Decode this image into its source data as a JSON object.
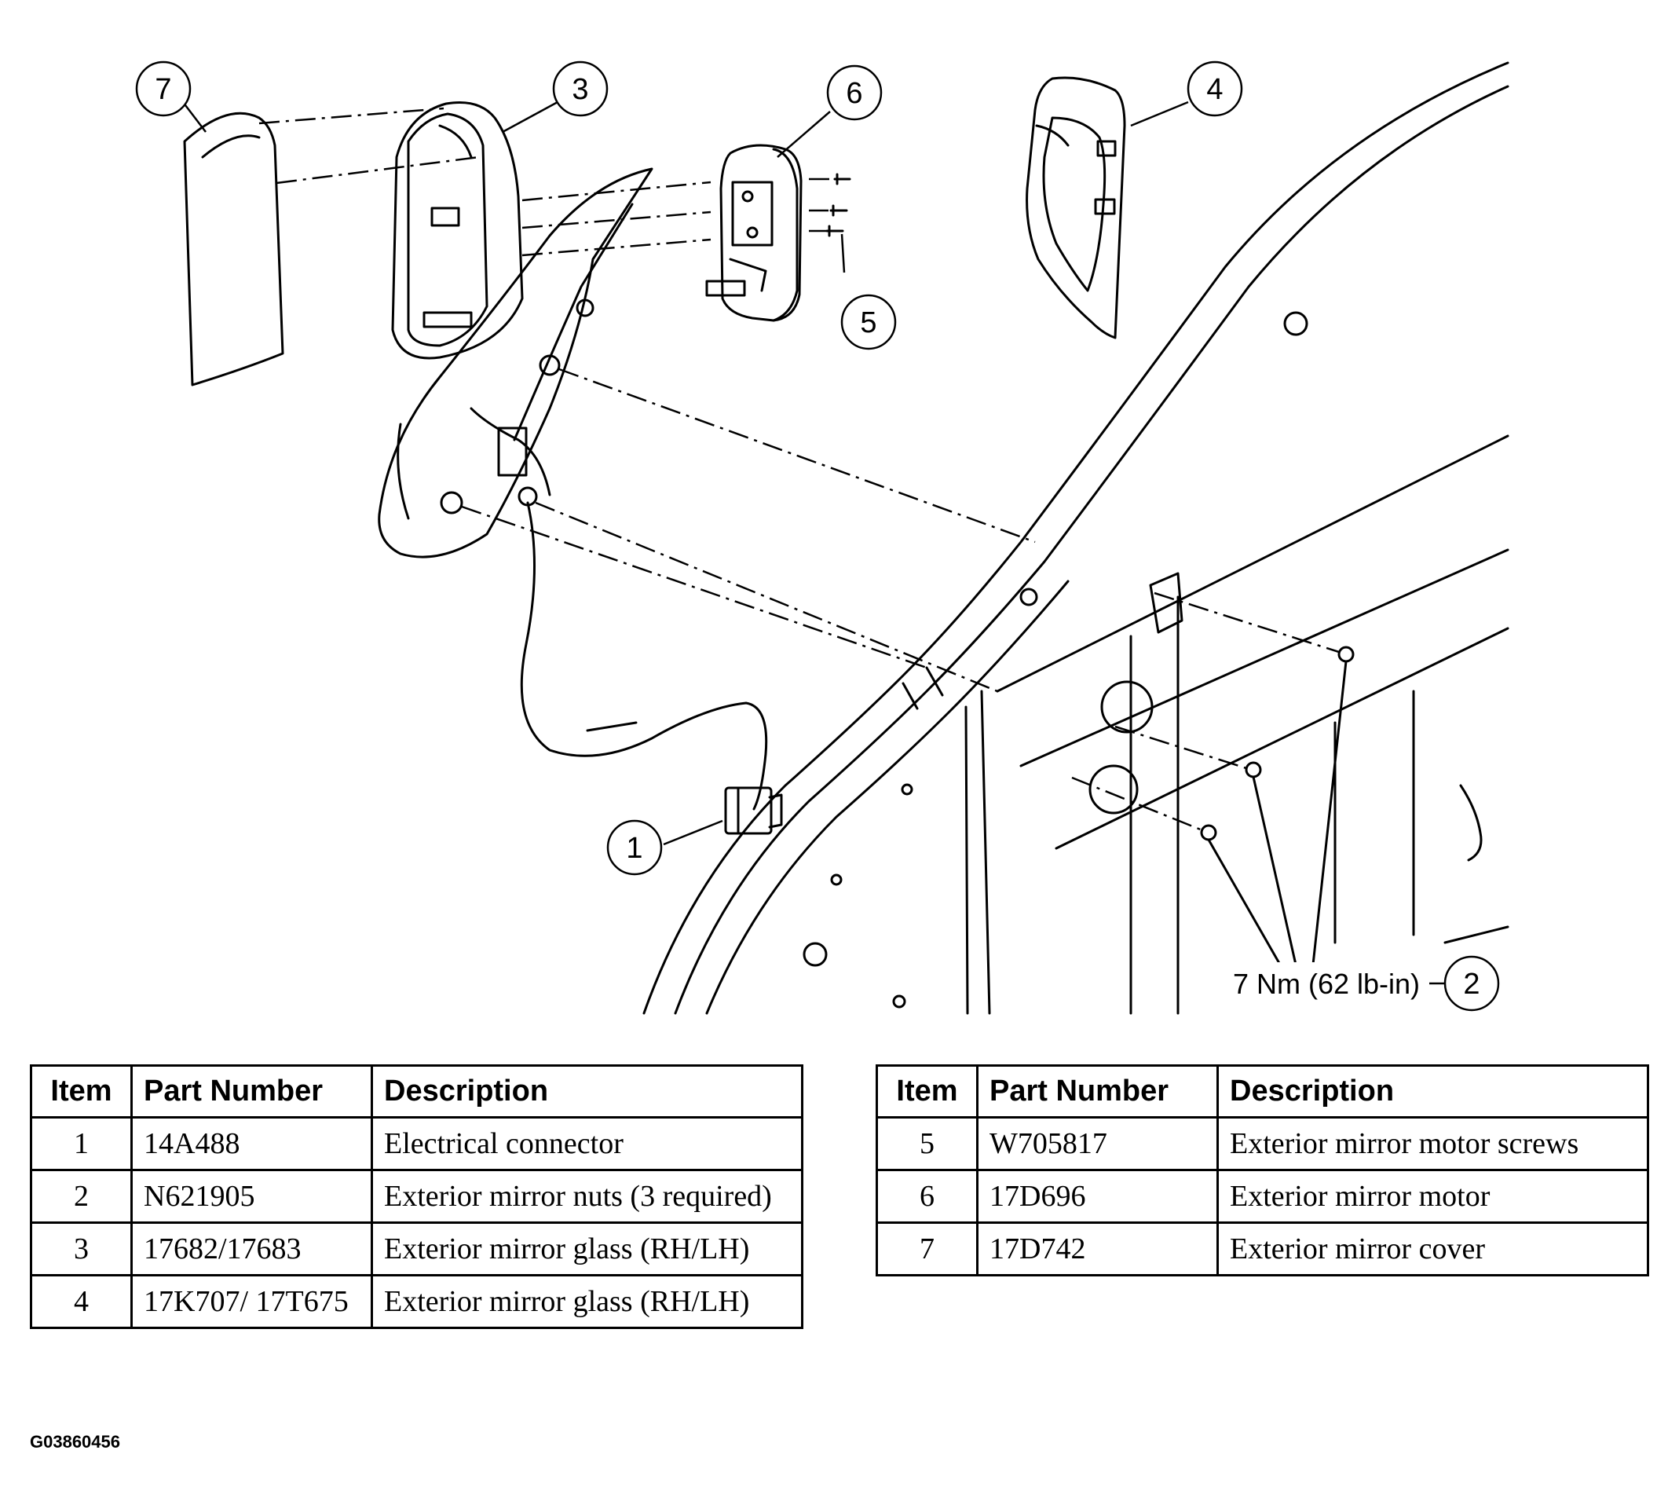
{
  "callouts": [
    {
      "num": "1",
      "label": "connector"
    },
    {
      "num": "2",
      "label": "nuts"
    },
    {
      "num": "3",
      "label": "mirror-glass"
    },
    {
      "num": "4",
      "label": "mirror-glass-alt"
    },
    {
      "num": "5",
      "label": "motor-screws"
    },
    {
      "num": "6",
      "label": "motor"
    },
    {
      "num": "7",
      "label": "cover"
    }
  ],
  "torque_spec": "7 Nm (62 lb-in)",
  "table_headers": {
    "item": "Item",
    "part": "Part Number",
    "desc": "Description"
  },
  "parts_left": [
    {
      "item": "1",
      "part": "14A488",
      "desc": "Electrical connector"
    },
    {
      "item": "2",
      "part": "N621905",
      "desc": "Exterior mirror nuts (3 required)"
    },
    {
      "item": "3",
      "part": "17682/17683",
      "desc": "Exterior mirror glass (RH/LH)"
    },
    {
      "item": "4",
      "part": "17K707/ 17T675",
      "desc": "Exterior mirror glass (RH/LH)"
    }
  ],
  "parts_right": [
    {
      "item": "5",
      "part": "W705817",
      "desc": "Exterior mirror motor screws"
    },
    {
      "item": "6",
      "part": "17D696",
      "desc": "Exterior mirror motor"
    },
    {
      "item": "7",
      "part": "17D742",
      "desc": "Exterior mirror cover"
    }
  ],
  "figure_id": "G03860456"
}
